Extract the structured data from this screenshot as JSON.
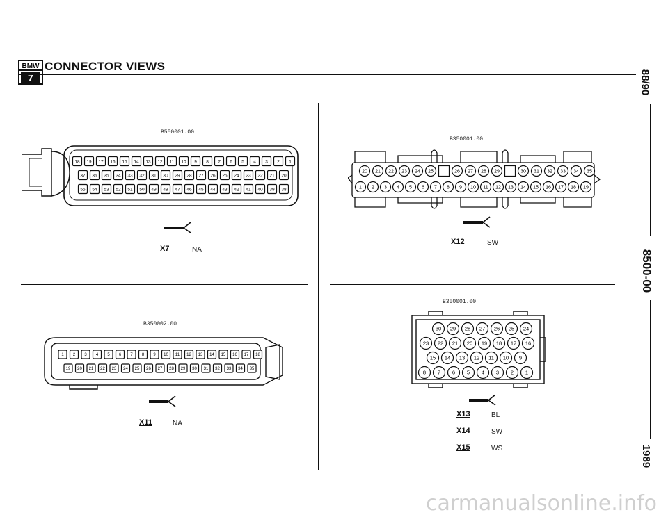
{
  "header": {
    "title": "CONNECTOR VIEWS",
    "logo_top": "BMW",
    "logo_bottom": "7"
  },
  "side": {
    "top": "88/90",
    "middle": "8500-00",
    "bottom": "1989"
  },
  "connectors": {
    "x7": {
      "part": "B550001.00",
      "label": "X7",
      "color": "NA"
    },
    "x11": {
      "part": "B350002.00",
      "label": "X11",
      "color": "NA"
    },
    "x12": {
      "part": "B350001.00",
      "label": "X12",
      "color": "SW"
    },
    "x13": {
      "part": "B300001.00",
      "rows": [
        {
          "label": "X13",
          "color": "BL"
        },
        {
          "label": "X14",
          "color": "SW"
        },
        {
          "label": "X15",
          "color": "WS"
        }
      ]
    }
  },
  "pins": {
    "x7_row1": [
      "18",
      "19",
      "17",
      "16",
      "15",
      "14",
      "13",
      "12",
      "11",
      "10",
      "9",
      "8",
      "7",
      "6",
      "5",
      "4",
      "3",
      "2",
      "1"
    ],
    "x7_row2": [
      "37",
      "36",
      "35",
      "34",
      "33",
      "32",
      "31",
      "30",
      "29",
      "28",
      "27",
      "26",
      "25",
      "24",
      "23",
      "22",
      "21",
      "20"
    ],
    "x7_row3": [
      "55",
      "54",
      "53",
      "52",
      "51",
      "50",
      "49",
      "48",
      "47",
      "46",
      "45",
      "44",
      "43",
      "42",
      "41",
      "40",
      "39",
      "38"
    ],
    "x11_row1": [
      "1",
      "2",
      "3",
      "4",
      "5",
      "6",
      "7",
      "8",
      "9",
      "10",
      "11",
      "12",
      "13",
      "14",
      "15",
      "16",
      "17",
      "18"
    ],
    "x11_row2": [
      "19",
      "20",
      "21",
      "22",
      "23",
      "24",
      "25",
      "26",
      "27",
      "28",
      "29",
      "30",
      "31",
      "32",
      "33",
      "34",
      "35"
    ],
    "x12_row1": [
      "20",
      "21",
      "22",
      "23",
      "24",
      "25",
      "",
      "26",
      "27",
      "28",
      "29",
      "",
      "30",
      "31",
      "32",
      "33",
      "34",
      "35"
    ],
    "x12_row2": [
      "1",
      "2",
      "3",
      "4",
      "5",
      "6",
      "7",
      "8",
      "9",
      "10",
      "11",
      "12",
      "13",
      "14",
      "15",
      "16",
      "17",
      "18",
      "19"
    ],
    "x13_row1": [
      "30",
      "29",
      "28",
      "27",
      "26",
      "25",
      "24"
    ],
    "x13_row2": [
      "23",
      "22",
      "21",
      "20",
      "19",
      "18",
      "17",
      "16"
    ],
    "x13_row3": [
      "15",
      "14",
      "13",
      "12",
      "11",
      "10",
      "9"
    ],
    "x13_row4": [
      "8",
      "7",
      "6",
      "5",
      "4",
      "3",
      "2",
      "1"
    ]
  },
  "watermark": "carmanualsonline.info"
}
